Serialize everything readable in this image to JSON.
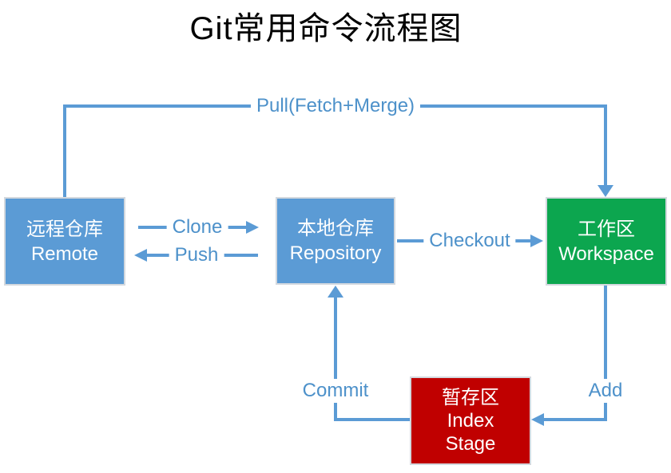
{
  "title": "Git常用命令流程图",
  "colors": {
    "node_blue": "#5B9BD5",
    "node_green": "#0CA64F",
    "node_red": "#C00000",
    "connector_blue": "#5B9BD5",
    "edge_label_blue": "#4D91CA",
    "node_text": "#FFFFFF",
    "title_text": "#000000",
    "background": "#FFFFFF"
  },
  "nodes": {
    "remote": {
      "lines": [
        "远程仓库",
        "Remote"
      ]
    },
    "repository": {
      "lines": [
        "本地仓库",
        "Repository"
      ]
    },
    "workspace": {
      "lines": [
        "工作区",
        "Workspace"
      ]
    },
    "index": {
      "lines": [
        "暂存区",
        "Index",
        "Stage"
      ]
    }
  },
  "edges": {
    "pull": {
      "label": "Pull(Fetch+Merge)",
      "from": "remote",
      "to": "workspace"
    },
    "clone": {
      "label": "Clone",
      "from": "remote",
      "to": "repository"
    },
    "push": {
      "label": "Push",
      "from": "repository",
      "to": "remote"
    },
    "checkout": {
      "label": "Checkout",
      "from": "repository",
      "to": "workspace"
    },
    "commit": {
      "label": "Commit",
      "from": "index",
      "to": "repository"
    },
    "add": {
      "label": "Add",
      "from": "workspace",
      "to": "index"
    }
  }
}
